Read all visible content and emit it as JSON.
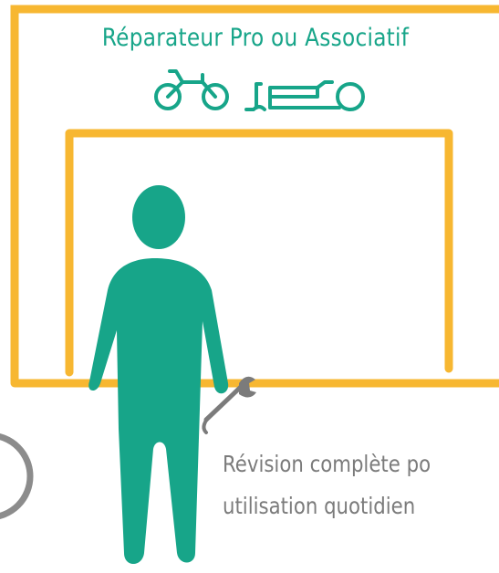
{
  "sign": {
    "title": "Réparateur Pro ou Associatif"
  },
  "icons": [
    "bicycle-icon",
    "cargo-bike-icon",
    "wrench-icon"
  ],
  "caption": {
    "line1": "Révision complète po",
    "line2": "utilisation quotidien"
  },
  "colors": {
    "frame": "#f7b731",
    "person": "#17a589",
    "sign_text": "#17a589",
    "caption_text": "#7b7b7b",
    "wrench": "#7b7b7b",
    "circle": "#8c8c8c"
  }
}
